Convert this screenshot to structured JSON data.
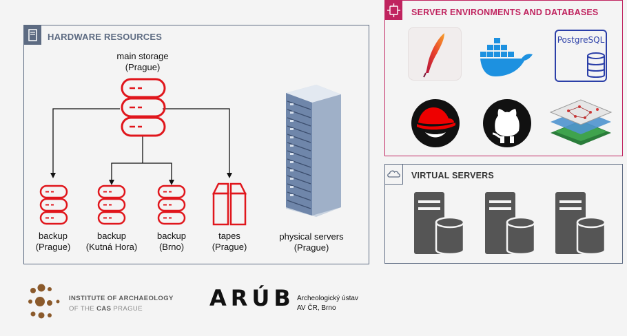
{
  "hardware": {
    "title": "HARDWARE RESOURCES",
    "main_storage": {
      "name": "main storage",
      "location": "(Prague)"
    },
    "backups": [
      {
        "name": "backup",
        "location": "(Prague)"
      },
      {
        "name": "backup",
        "location": "(Kutná Hora)"
      },
      {
        "name": "backup",
        "location": "(Brno)"
      }
    ],
    "tapes": {
      "name": "tapes",
      "location": "(Prague)"
    },
    "servers": {
      "name": "physical servers",
      "location": "(Prague)"
    }
  },
  "environments": {
    "title": "SERVER ENVIRONMENTS AND DATABASES",
    "icons": [
      "apache-feather-icon",
      "docker-icon",
      "postgresql-icon",
      "redhat-icon",
      "github-icon",
      "gis-layers-icon"
    ],
    "postgres_label": "PostgreSQL"
  },
  "virtual": {
    "title": "VIRTUAL SERVERS",
    "count": 3
  },
  "logos": {
    "iacas_line1": "INSTITUTE OF ARCHAEOLOGY",
    "iacas_line2_pre": "OF THE ",
    "iacas_line2_bold": "CAS",
    "iacas_line2_post": " PRAGUE",
    "aru_mark": "ARÚB",
    "aru_line1": "Archeologický ústav",
    "aru_line2": "AV ČR, Brno"
  },
  "colors": {
    "storage_red": "#e0161c",
    "hw_accent": "#5d6b82",
    "env_accent": "#c0245f",
    "server_gray": "#555555",
    "rack_blue": "#6f86aa",
    "logo_brown": "#8b5a2b"
  }
}
